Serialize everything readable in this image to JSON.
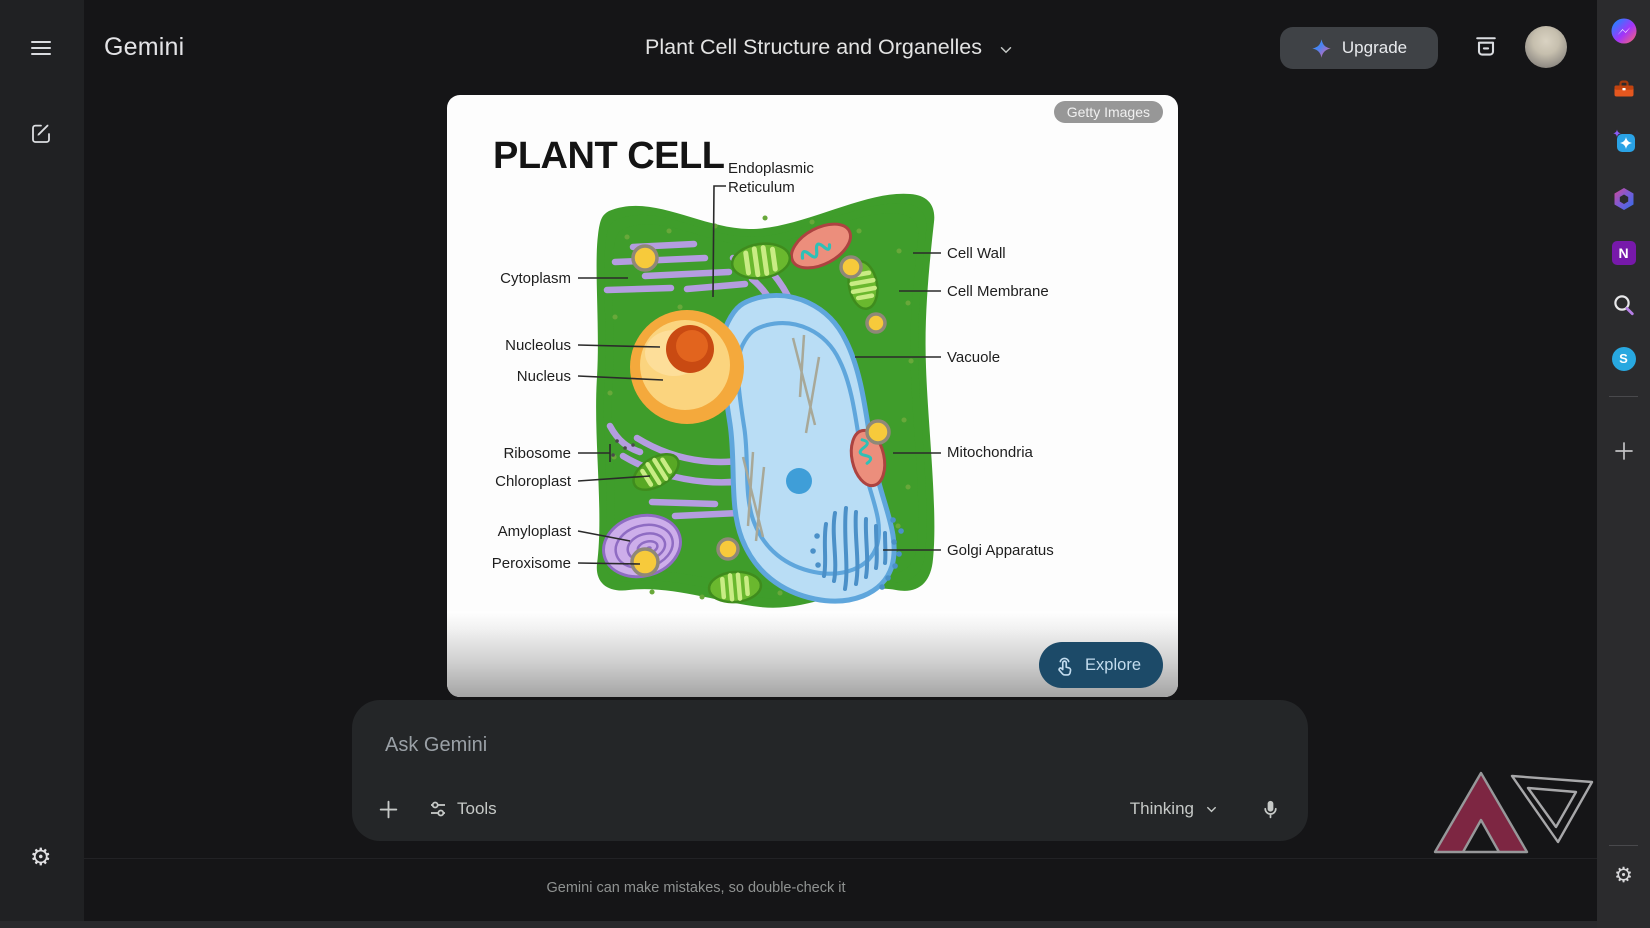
{
  "header": {
    "wordmark": "Gemini",
    "conversation_title": "Plant Cell Structure and Organelles",
    "upgrade_label": "Upgrade"
  },
  "image_card": {
    "credit_badge": "Getty Images",
    "diagram_title": "PLANT CELL",
    "explore_label": "Explore",
    "labels": {
      "endoplasmic_line1": "Endoplasmic",
      "endoplasmic_line2": "Reticulum",
      "cytoplasm": "Cytoplasm",
      "nucleolus": "Nucleolus",
      "nucleus": "Nucleus",
      "ribosome": "Ribosome",
      "chloroplast": "Chloroplast",
      "amyloplast": "Amyloplast",
      "peroxisome": "Peroxisome",
      "cell_wall": "Cell Wall",
      "cell_membrane": "Cell Membrane",
      "vacuole": "Vacuole",
      "mitochondria": "Mitochondria",
      "golgi_apparatus": "Golgi Apparatus"
    }
  },
  "composer": {
    "placeholder": "Ask Gemini",
    "tools_label": "Tools",
    "model_label": "Thinking"
  },
  "footer": {
    "disclaimer": "Gemini can make mistakes, so double-check it"
  },
  "rail": {
    "onenote_letter": "N",
    "skype_letter": "S"
  },
  "icons": {
    "gear_glyph": "⚙"
  },
  "colors": {
    "cell_wall_green": "#3f9d2b",
    "cytoplasm_green": "#a4d96b",
    "vacuole_blue": "#b9ddf5",
    "explore_blue": "#1c4a68",
    "sidebar_dark": "#202123"
  }
}
